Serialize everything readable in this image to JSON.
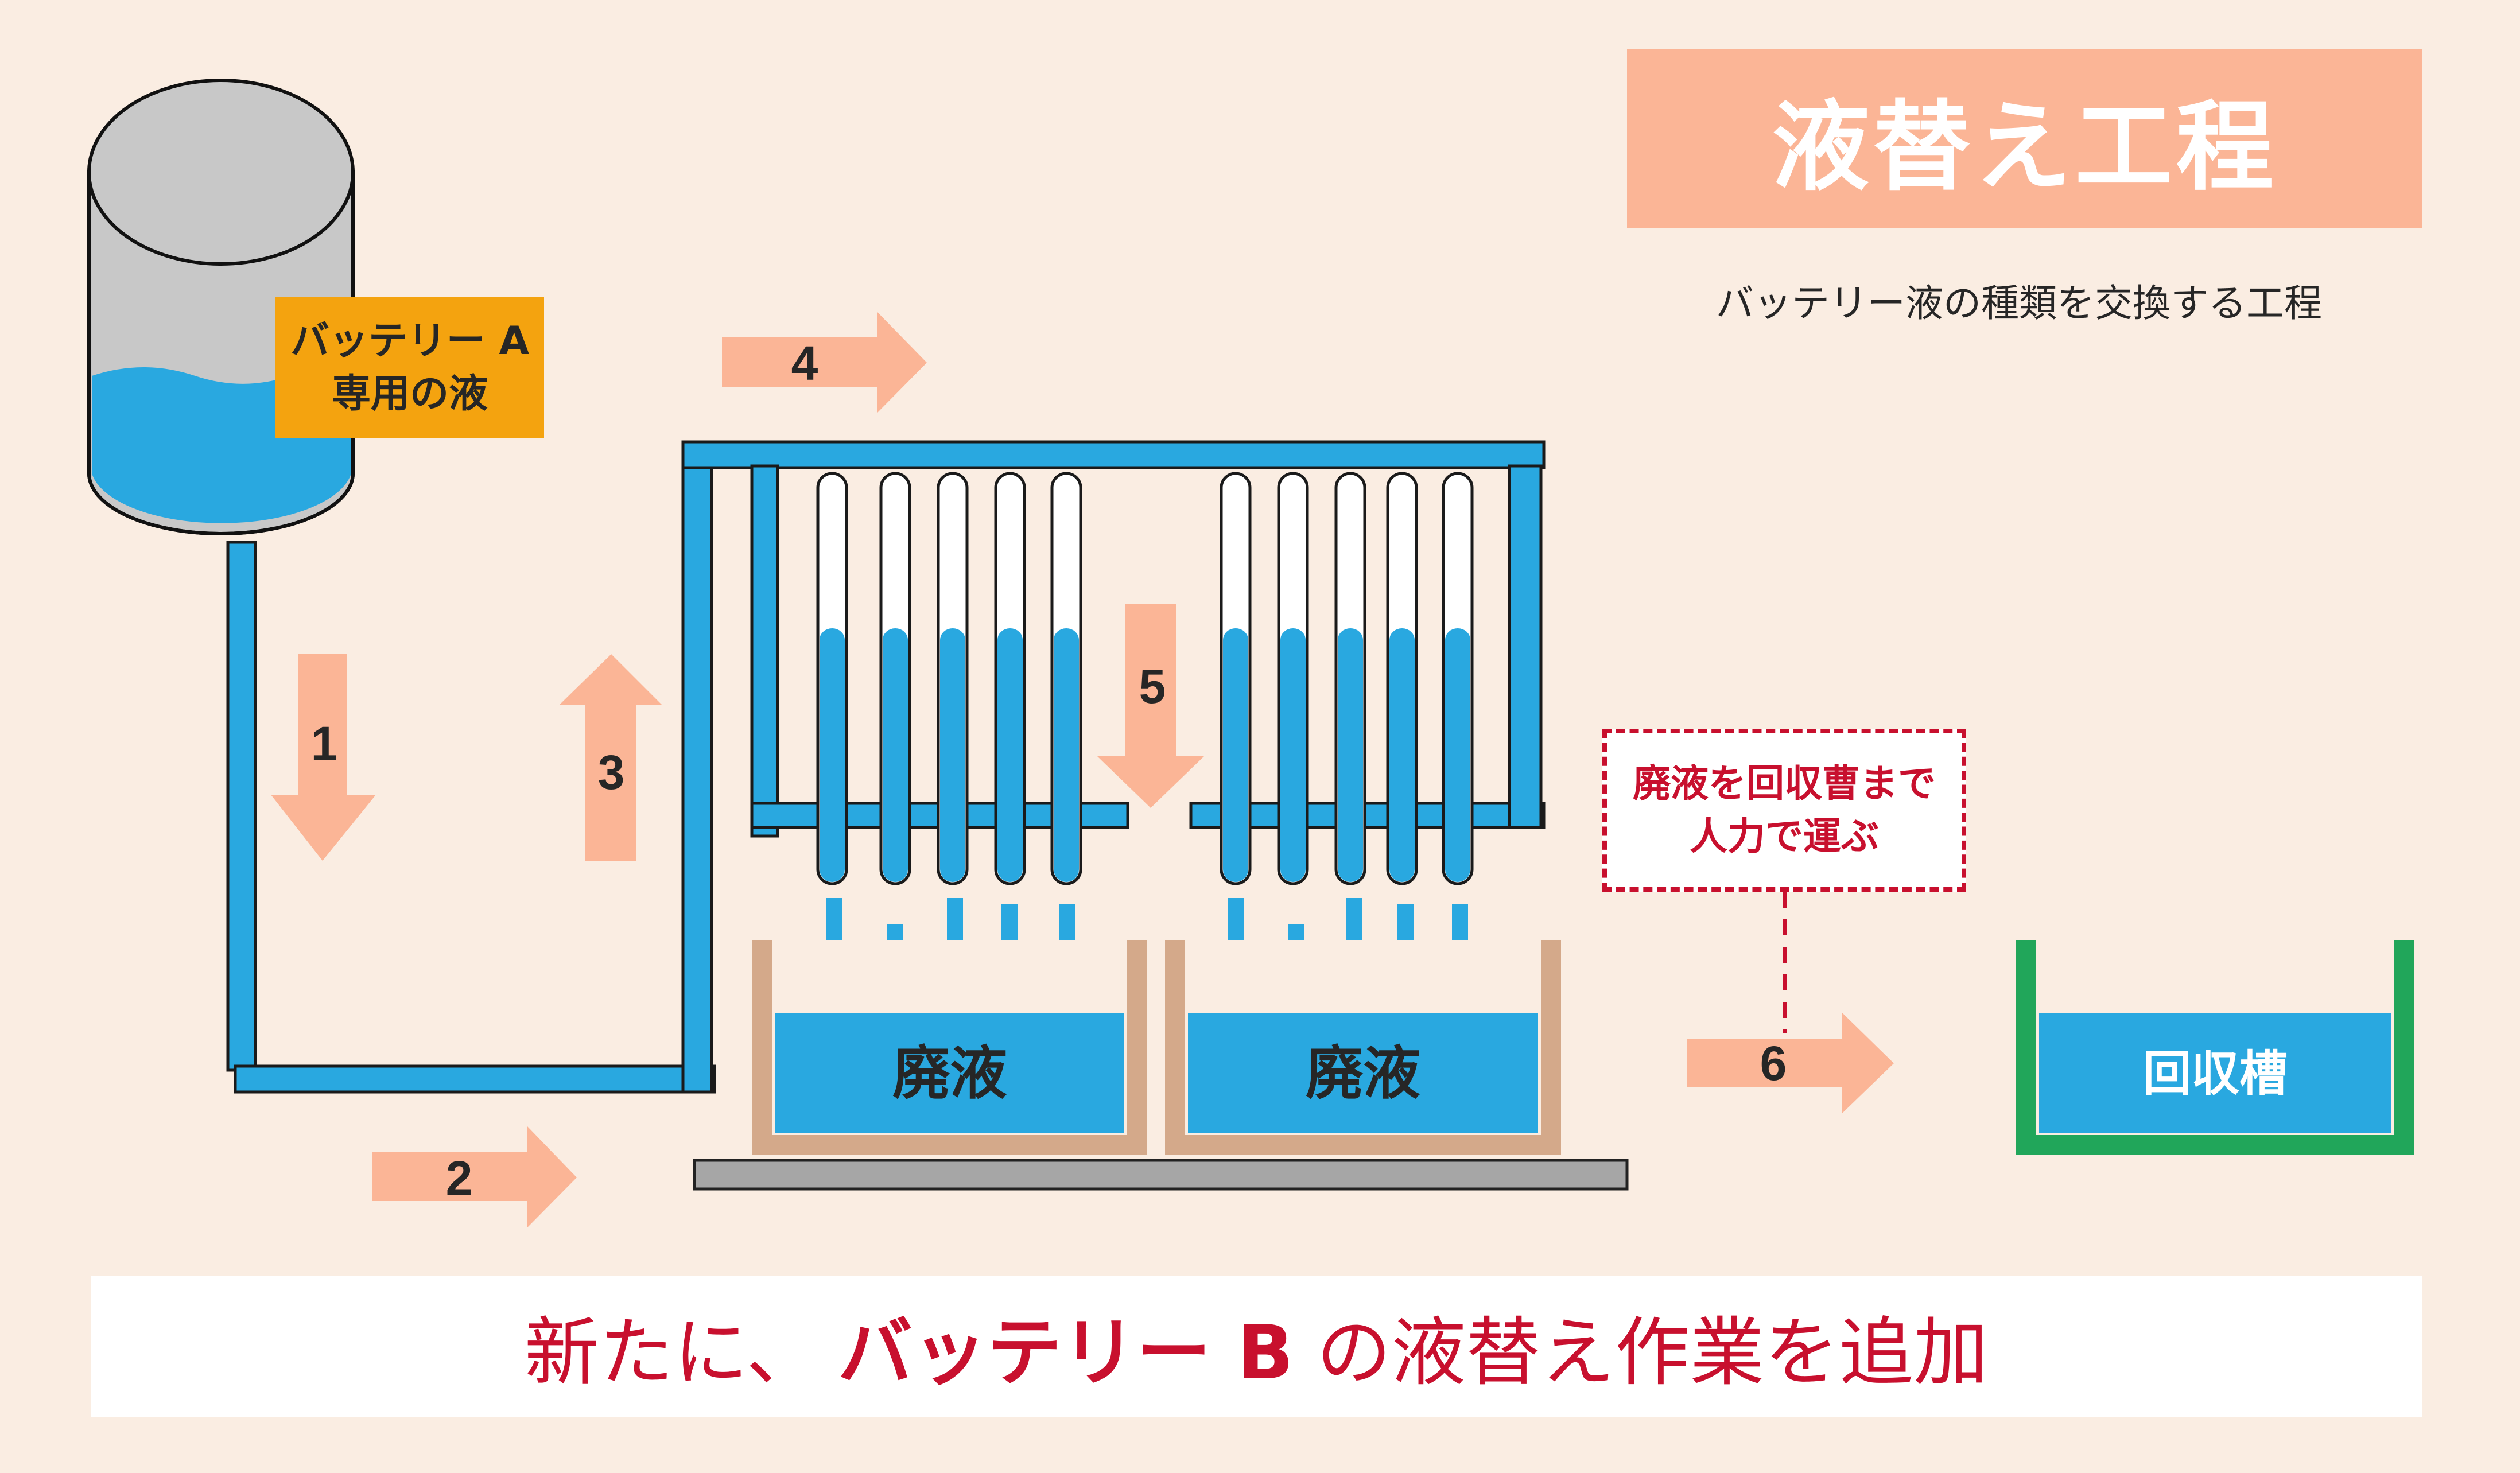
{
  "title": "液替え工程",
  "subtitle": "バッテリー液の種類を交換する工程",
  "tank_label": {
    "line1": "バッテリー A",
    "line2": "専用の液"
  },
  "steps": [
    "1",
    "2",
    "3",
    "4",
    "5",
    "6"
  ],
  "waste_label_left": "廃液",
  "waste_label_right": "廃液",
  "recovery_tank_label": "回収槽",
  "note": {
    "line1": "廃液を回収曹まで",
    "line2": "人力で運ぶ"
  },
  "bottom": {
    "prefix": "新たに、",
    "highlight": "バッテリー B",
    "suffix": "の液替え作業を追加"
  },
  "colors": {
    "background": "#faede2",
    "pipe": "#29a8e0",
    "arrow": "#fbb596",
    "waste_tray": "#d4a98a",
    "recovery_tank": "#21a65a",
    "accent_red": "#c8102e",
    "label_orange": "#f4a30f"
  }
}
